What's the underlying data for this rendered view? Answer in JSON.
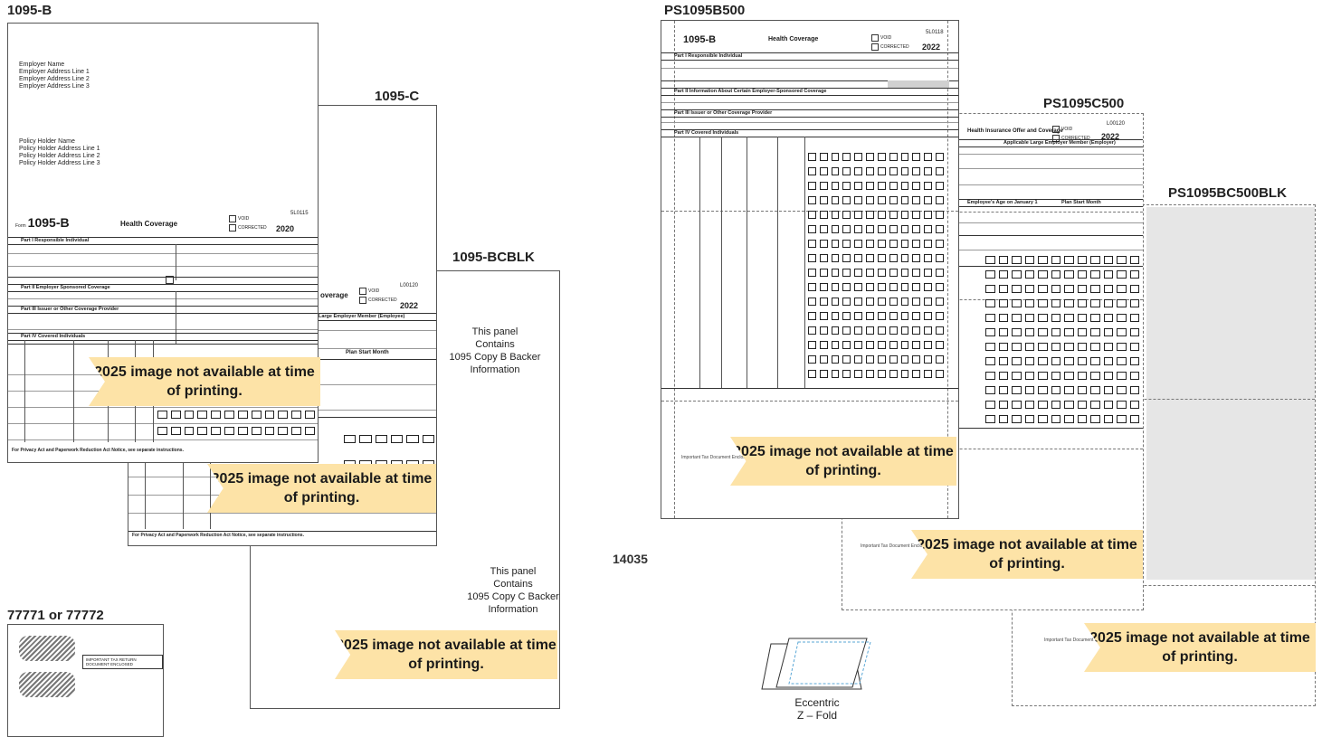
{
  "labels": {
    "b": "1095-B",
    "c": "1095-C",
    "bcblk": "1095-BCBLK",
    "ps_b": "PS1095B500",
    "ps_c": "PS1095C500",
    "ps_bcblk": "PS1095BC500BLK",
    "envelope": "77771 or 77772",
    "code_14035": "14035"
  },
  "form_b": {
    "employer_address": "Employer Name\nEmployer Address Line 1\nEmployer Address Line 2\nEmployer Address Line 3",
    "policy_address": "Policy Holder Name\nPolicy Holder Address Line 1\nPolicy Holder Address Line 2\nPolicy Holder Address Line 3",
    "form_word": "Form",
    "form_number": "1095-B",
    "title": "Health Coverage",
    "code": "5L0115",
    "year": "2020",
    "void": "VOID",
    "corrected": "CORRECTED",
    "part1": "Part I   Responsible Individual",
    "part2": "Part II   Employer Sponsored Coverage",
    "part3": "Part III   Issuer or Other Coverage Provider",
    "part4": "Part IV   Covered Individuals",
    "footer": "For Privacy Act and Paperwork Reduction Act Notice, see separate instructions."
  },
  "form_c": {
    "title": "overage",
    "sub": "Large Employer Member (Employee)",
    "plan": "Plan Start Month",
    "code": "L00120",
    "year": "2022",
    "void": "VOID",
    "corrected": "CORRECTED",
    "footer": "For Privacy Act and Paperwork Reduction Act Notice, see separate instructions."
  },
  "bcblk": {
    "copy_b": "This panel\nContains\n1095 Copy B Backer\nInformation",
    "copy_c": "This panel\nContains\n1095 Copy C Backer\nInformation"
  },
  "ps_b": {
    "form_number": "1095-B",
    "title": "Health Coverage",
    "code": "5L0118",
    "year": "2022",
    "void": "VOID",
    "corrected": "CORRECTED",
    "part1": "Part I   Responsible Individual",
    "part2": "Part II   Information About Certain Employer-Sponsored Coverage",
    "part3": "Part III   Issuer or Other Coverage Provider",
    "part4": "Part IV   Covered Individuals",
    "notice": "Important Tax Document Enclosed"
  },
  "ps_c": {
    "title": "Health Insurance Offer and Coverage",
    "sub": "Applicable Large Employer Member (Employer)",
    "age": "Employee's Age on January 1",
    "plan": "Plan Start Month",
    "code": "L00120",
    "year": "2022",
    "void": "VOID",
    "corrected": "CORRECTED",
    "notice": "Important Tax Document Enclosed"
  },
  "ps_bcblk": {
    "notice": "Important Tax Document Enclosed"
  },
  "envelope": {
    "window_text": "IMPORTANT TAX RETURN DOCUMENT ENCLOSED"
  },
  "fold": {
    "label": "Eccentric\nZ – Fold"
  },
  "banner": "2025 image not available at time of printing.",
  "colors": {
    "banner": "#fde3a7",
    "gray_panel": "#e6e6e6"
  }
}
